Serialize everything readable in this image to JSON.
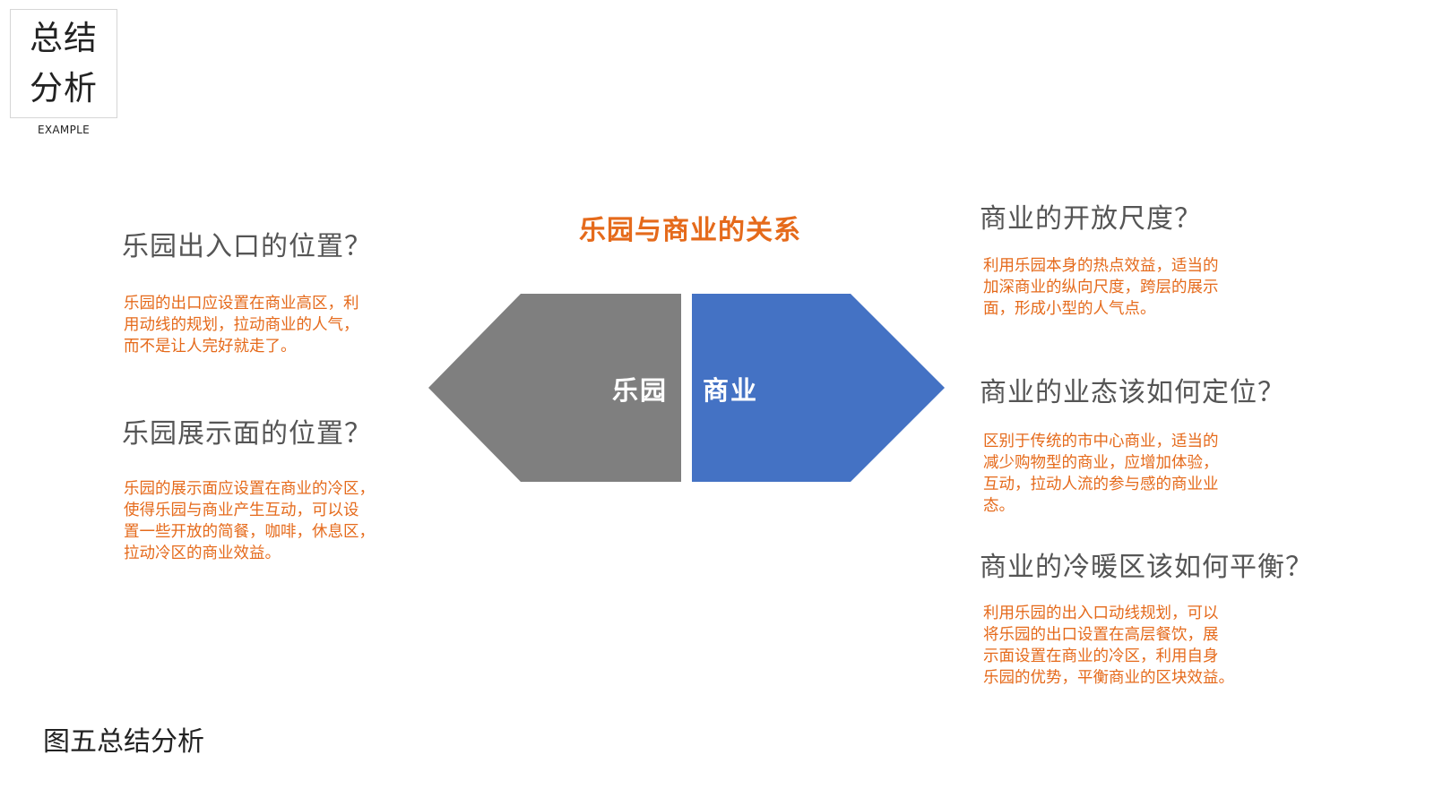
{
  "corner": {
    "line1": "总结",
    "line2": "分析",
    "sub": "EXAMPLE"
  },
  "diagram": {
    "title": "乐园与商业的关系",
    "left_label": "乐园",
    "right_label": "商业",
    "colors": {
      "left": "#7f7f7f",
      "right": "#4472c4",
      "title": "#e56a1b"
    }
  },
  "left_sections": [
    {
      "heading": "乐园出入口的位置？",
      "lines": [
        "乐园的出口应设置在商业高区，利",
        "用动线的规划，拉动商业的人气，",
        "而不是让人完好就走了。"
      ]
    },
    {
      "heading": "乐园展示面的位置？",
      "lines": [
        "乐园的展示面应设置在商业的冷区，",
        "使得乐园与商业产生互动，可以设",
        "置一些开放的简餐，咖啡，休息区，",
        "拉动冷区的商业效益。"
      ]
    }
  ],
  "right_sections": [
    {
      "heading": "商业的开放尺度？",
      "lines": [
        "利用乐园本身的热点效益，适当的",
        "加深商业的纵向尺度，跨层的展示",
        "面，形成小型的人气点。"
      ]
    },
    {
      "heading": "商业的业态该如何定位？",
      "lines": [
        "区别于传统的市中心商业，适当的",
        "减少购物型的商业，应增加体验，",
        "互动，拉动人流的参与感的商业业",
        "态。"
      ]
    },
    {
      "heading": "商业的冷暖区该如何平衡？",
      "lines": [
        "利用乐园的出入口动线规划，可以",
        "将乐园的出口设置在高层餐饮，展",
        "示面设置在商业的冷区，利用自身",
        "乐园的优势，平衡商业的区块效益。"
      ]
    }
  ],
  "caption": "图五总结分析"
}
